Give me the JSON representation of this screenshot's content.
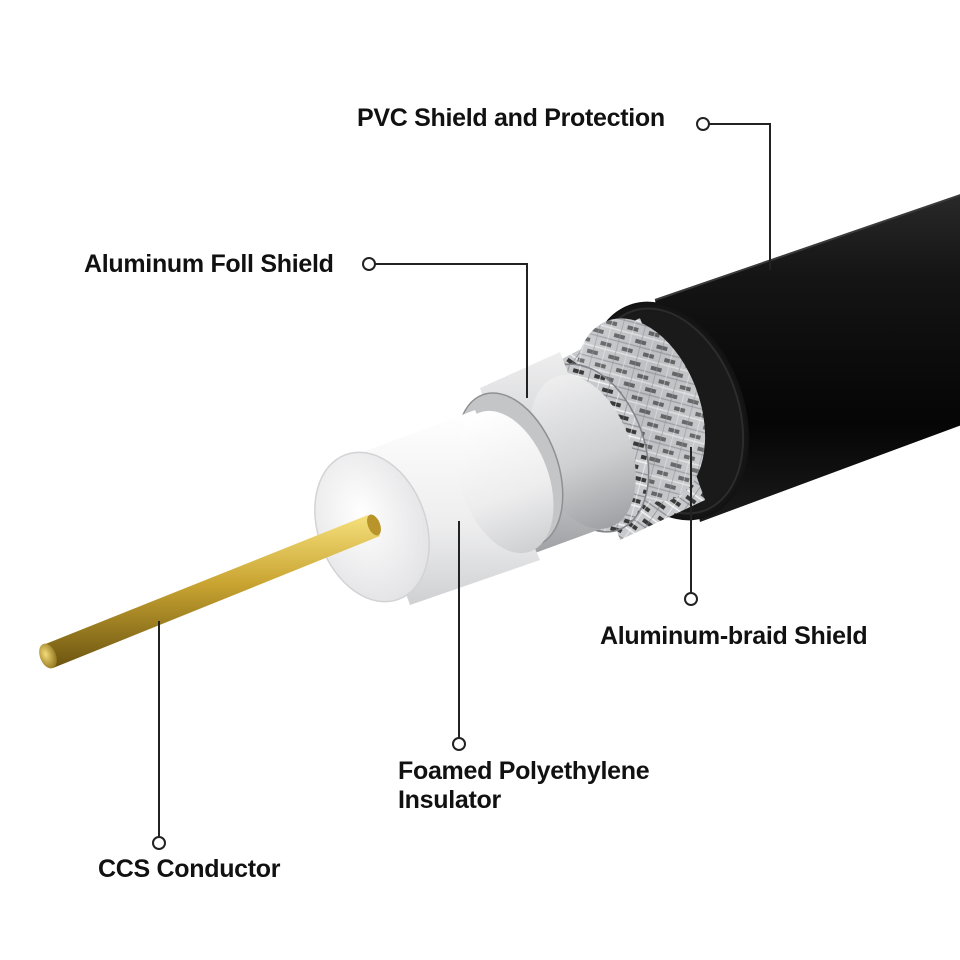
{
  "colors": {
    "background": "#ffffff",
    "text": "#111111",
    "leader_line": "#222222",
    "jacket": "#0e0e0e",
    "braid": "#b9bcc0",
    "foil": "#d9dadc",
    "insulator": "#f3f3f4",
    "conductor": "#c9a431"
  },
  "callouts": {
    "pvc": {
      "text": "PVC Shield and Protection",
      "layer": "outer-jacket"
    },
    "foil": {
      "text": "Aluminum Foll Shield",
      "layer": "foil-layer"
    },
    "braid": {
      "text": "Aluminum-braid Shield",
      "layer": "braid-layer"
    },
    "insulator": {
      "lines": [
        "Foamed Polyethylene",
        "Insulator"
      ],
      "layer": "dielectric"
    },
    "conductor": {
      "text": "CCS Conductor",
      "layer": "center-conductor"
    }
  }
}
